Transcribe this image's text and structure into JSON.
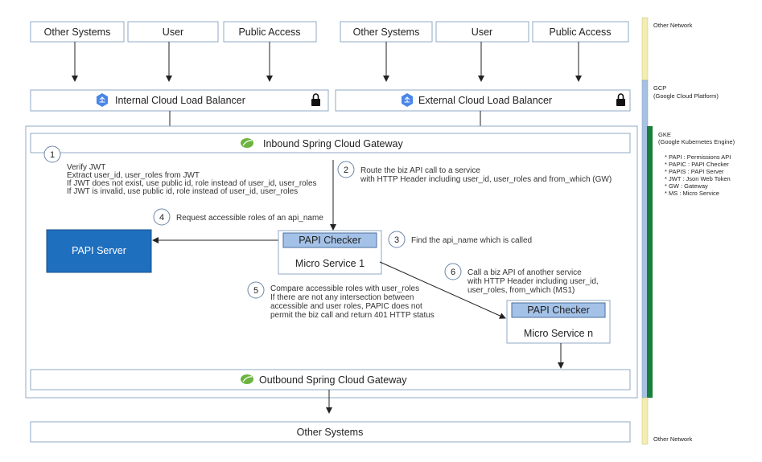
{
  "top_left": [
    "Other Systems",
    "User",
    "Public Access"
  ],
  "top_right": [
    "Other Systems",
    "User",
    "Public Access"
  ],
  "internal_lb": "Internal Cloud Load Balancer",
  "external_lb": "External Cloud Load Balancer",
  "inbound_gateway": "Inbound Spring Cloud Gateway",
  "outbound_gateway": "Outbound Spring Cloud Gateway",
  "other_systems_bottom": "Other Systems",
  "papi_server": "PAPI Server",
  "papi_checker": "PAPI Checker",
  "micro_service_1": "Micro Service 1",
  "micro_service_n": "Micro Service n",
  "steps": {
    "s1": {
      "num": "1",
      "lines": [
        "Verify JWT",
        "Extract user_id, user_roles from JWT",
        "If JWT does not exist, use public id, role instead of user_id, user_roles",
        "If JWT is invalid, use public id, role instead of user_id, user_roles"
      ]
    },
    "s2": {
      "num": "2",
      "lines": [
        "Route the biz API call to a service",
        "with HTTP Header including user_id, user_roles and from_which (GW)"
      ]
    },
    "s3": {
      "num": "3",
      "lines": [
        "Find the api_name which is called"
      ]
    },
    "s4": {
      "num": "4",
      "lines": [
        "Request accessible roles of an api_name"
      ]
    },
    "s5": {
      "num": "5",
      "lines": [
        "Compare accessible roles with user_roles",
        "If there are not any intersection between",
        "accessible and user roles, PAPIC does not",
        "permit the biz call and return 401 HTTP status"
      ]
    },
    "s6": {
      "num": "6",
      "lines": [
        "Call a biz API of another service",
        "with HTTP Header including user_id,",
        "user_roles, from_which (MS1)"
      ]
    }
  },
  "side": {
    "other_network_top": "Other Network",
    "gcp": [
      "GCP",
      "(Google Cloud Platform)"
    ],
    "gke": [
      "GKE",
      "(Google Kubernetes Engine)"
    ],
    "legend": [
      "* PAPI : Permissions API",
      "* PAPIC : PAPI Checker",
      "* PAPIS : PAPI Server",
      "* JWT : Json Web Token",
      "* GW : Gateway",
      "* MS : Micro Service"
    ],
    "other_network_bottom": "Other Network"
  },
  "colors": {
    "papi_server": "#1f6fbf",
    "papi_checker": "#a4c2e8",
    "gcp_lb_icon": "#4a86e8",
    "spring_icon": "#6db33f",
    "band_other_network": "#f3edb0",
    "band_gcp": "#a7c1e2",
    "band_gke": "#17803a"
  },
  "icons": [
    "load-balancer-icon",
    "lock-icon",
    "spring-leaf-icon"
  ]
}
